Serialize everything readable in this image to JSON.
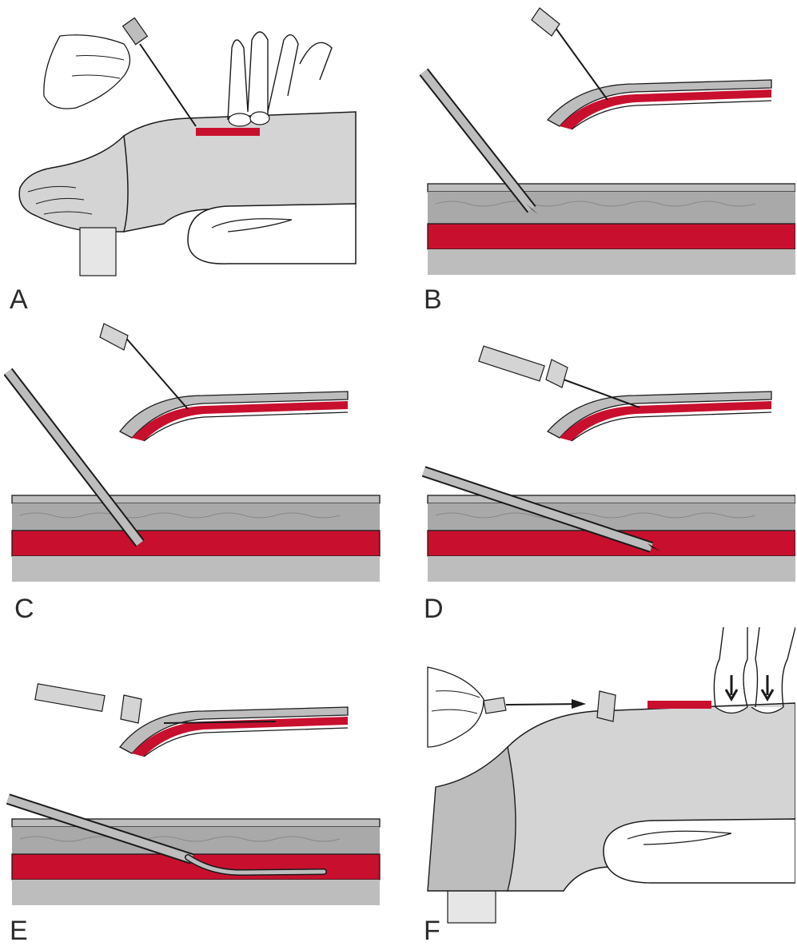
{
  "panels": [
    {
      "id": "A",
      "label": "A"
    },
    {
      "id": "B",
      "label": "B"
    },
    {
      "id": "C",
      "label": "C"
    },
    {
      "id": "D",
      "label": "D"
    },
    {
      "id": "E",
      "label": "E"
    },
    {
      "id": "F",
      "label": "F"
    }
  ],
  "colors": {
    "skin": "#d4d4d4",
    "tissue": "#a9a9a9",
    "artery": "#c8102e",
    "outline": "#1a1a1a",
    "base": "#bdbdbd"
  }
}
